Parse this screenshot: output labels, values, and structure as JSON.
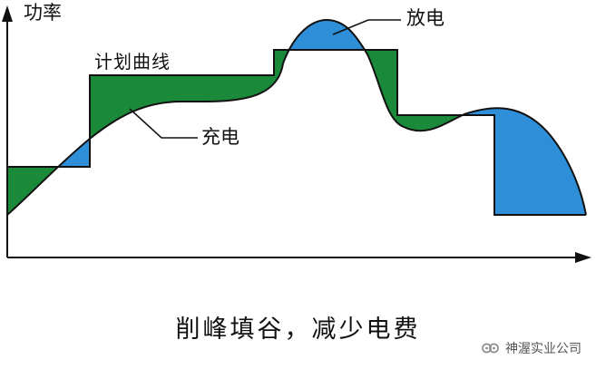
{
  "labels": {
    "y_axis": "功率",
    "plan_curve": "计划曲线",
    "charge": "充电",
    "discharge": "放电"
  },
  "caption": "削峰填谷，减少电费",
  "watermark": {
    "text": "神渥实业公司",
    "icon": "wechat-official-account-icon"
  },
  "colors": {
    "charge_fill": "#1a8a3a",
    "discharge_fill": "#2e8fd8",
    "line": "#111111"
  }
}
